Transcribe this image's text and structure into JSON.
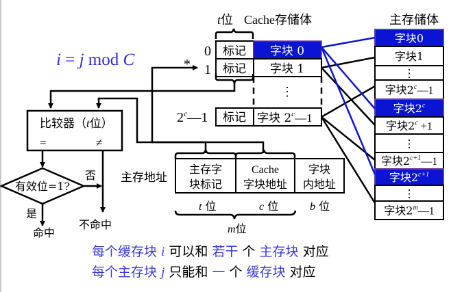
{
  "formula": {
    "i": "i",
    "eq": " = ",
    "j": "j",
    "mod": " mod ",
    "C": "C"
  },
  "colors": {
    "accent": "#0a14d2",
    "accent_border": "#6a3aa0",
    "line": "#000000",
    "blue_text": "#3a3ae0"
  },
  "cache": {
    "title": "Cache存储体",
    "tag_width_label_var": "t",
    "tag_width_label": "位",
    "rows": [
      {
        "index": "0",
        "tag": "标记",
        "block": "字块 0",
        "highlight": true
      },
      {
        "index": "1",
        "tag": "标记",
        "block": "字块 1",
        "highlight": false,
        "marker": "*"
      },
      {
        "index": "",
        "tag": "",
        "block": "⋮",
        "highlight": false
      },
      {
        "index_base": "2",
        "index_sup": "c",
        "index_rest": "—1",
        "tag": "标记",
        "block_base": "字块 2",
        "block_sup": "c",
        "block_rest": "—1",
        "highlight": false
      }
    ]
  },
  "main_memory": {
    "title": "主存储体",
    "rows": [
      {
        "base": "字块0",
        "sup": "",
        "rest": "",
        "highlight": true
      },
      {
        "base": "字块1",
        "sup": "",
        "rest": "",
        "highlight": false
      },
      {
        "base": "⋮",
        "sup": "",
        "rest": "",
        "highlight": false
      },
      {
        "base": "字块2",
        "sup": "c",
        "rest": "—1",
        "highlight": false
      },
      {
        "base": "字块2",
        "sup": "c",
        "rest": "",
        "highlight": true
      },
      {
        "base": "字块2",
        "sup": "c",
        "rest": " +1",
        "highlight": false
      },
      {
        "base": "⋮",
        "sup": "",
        "rest": "",
        "highlight": false
      },
      {
        "base": "字块2",
        "sup": "c+1",
        "rest": "—1",
        "highlight": false
      },
      {
        "base": "字块2",
        "sup": "c+1",
        "rest": "",
        "highlight": true
      },
      {
        "base": "⋮",
        "sup": "",
        "rest": "",
        "highlight": false
      },
      {
        "base": "字块2",
        "sup": "m",
        "rest": "—1",
        "highlight": false
      }
    ]
  },
  "comparator": {
    "title": "比较器（",
    "title_var": "t",
    "title_end": "位）",
    "eq": "=",
    "neq": "≠"
  },
  "decision": {
    "label": "有效位=1?",
    "yes": "是",
    "no": "否",
    "hit": "命中",
    "miss": "不命中"
  },
  "address": {
    "label": "主存地址",
    "fields": [
      {
        "line1": "主存字",
        "line2": "块标记",
        "width_var": "t",
        "width_unit": " 位"
      },
      {
        "line1": "Cache",
        "line2": "字块地址",
        "width_var": "c",
        "width_unit": " 位"
      },
      {
        "line1": "字块",
        "line2": "内地址",
        "width_var": "b",
        "width_unit": " 位"
      }
    ],
    "total_var": "m",
    "total_unit": "位"
  },
  "notes": [
    {
      "parts": [
        {
          "text": "每个缓存块 ",
          "style": "blue"
        },
        {
          "text": "i",
          "style": "blue-italic"
        },
        {
          "text": " 可以和 ",
          "style": "black"
        },
        {
          "text": "若干",
          "style": "blue"
        },
        {
          "text": " 个 ",
          "style": "black"
        },
        {
          "text": "主存块",
          "style": "blue"
        },
        {
          "text": " 对应",
          "style": "black"
        }
      ]
    },
    {
      "parts": [
        {
          "text": "每个主存块 ",
          "style": "blue"
        },
        {
          "text": "j",
          "style": "blue-italic"
        },
        {
          "text": " 只能和 ",
          "style": "black"
        },
        {
          "text": "一",
          "style": "blue"
        },
        {
          "text": " 个 ",
          "style": "black"
        },
        {
          "text": "缓存块",
          "style": "blue"
        },
        {
          "text": " 对应",
          "style": "black"
        }
      ]
    }
  ]
}
